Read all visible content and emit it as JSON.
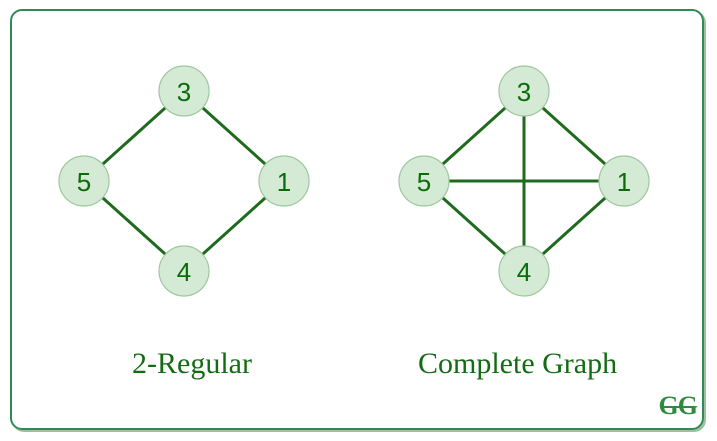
{
  "graphs": [
    {
      "caption": "2-Regular",
      "nodes": [
        {
          "id": "3",
          "label": "3"
        },
        {
          "id": "5",
          "label": "5"
        },
        {
          "id": "1",
          "label": "1"
        },
        {
          "id": "4",
          "label": "4"
        }
      ],
      "edges": [
        [
          "3",
          "5"
        ],
        [
          "3",
          "1"
        ],
        [
          "5",
          "4"
        ],
        [
          "1",
          "4"
        ]
      ]
    },
    {
      "caption": "Complete Graph",
      "nodes": [
        {
          "id": "3",
          "label": "3"
        },
        {
          "id": "5",
          "label": "5"
        },
        {
          "id": "1",
          "label": "1"
        },
        {
          "id": "4",
          "label": "4"
        }
      ],
      "edges": [
        [
          "3",
          "5"
        ],
        [
          "3",
          "1"
        ],
        [
          "5",
          "4"
        ],
        [
          "1",
          "4"
        ],
        [
          "3",
          "4"
        ],
        [
          "5",
          "1"
        ]
      ]
    }
  ],
  "logo": {
    "text": "GG",
    "icon": "geeksforgeeks-logo-icon"
  },
  "colors": {
    "edge": "#1e6b1e",
    "node_fill": "#d5ead5",
    "node_text": "#0b6b0b",
    "frame": "#2e8b57"
  }
}
